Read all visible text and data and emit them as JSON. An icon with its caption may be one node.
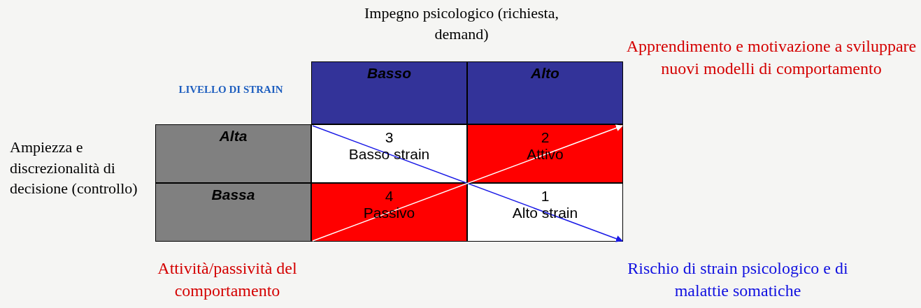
{
  "diagram": {
    "labels": [
      "Impegno psicologico (richiesta, demand)",
      "Apprendimento e motivazione a sviluppare nuovi modelli di comportamento",
      "LIVELLO DI STRAIN",
      "Basso",
      "Alto",
      "Ampiezza e discrezionalità di decisione (controllo)",
      "Alta",
      "3",
      "Basso strain",
      "2",
      "Attivo",
      "Bassa",
      "4",
      "Passivo",
      "1",
      "Alto strain",
      "Attività/passività del comportamento",
      "Rischio di strain psicologico e di malattie somatiche"
    ]
  }
}
